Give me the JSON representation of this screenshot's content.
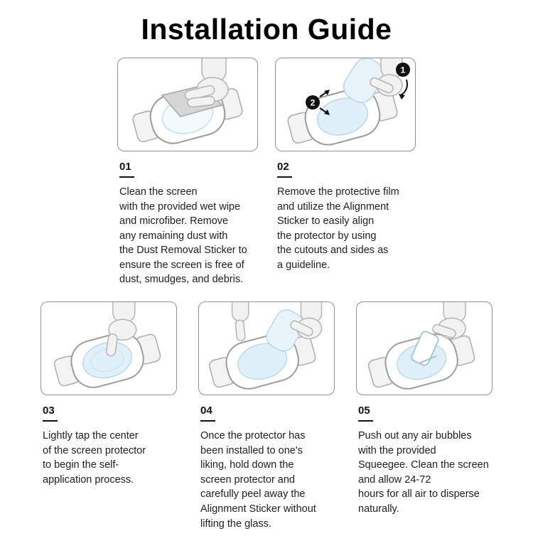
{
  "page": {
    "title": "Installation Guide"
  },
  "colors": {
    "panel_border": "#8f9296",
    "line_art": "#9b9b9b",
    "screen_tint": "#dff0f8",
    "film_tint": "#e8f4fa",
    "badge": "#111111"
  },
  "steps": [
    {
      "number": "01",
      "description": "Clean the screen\nwith the provided wet wipe\nand microfiber. Remove\nany remaining dust with\nthe Dust Removal Sticker to\nensure the screen is free of\ndust, smudges, and debris."
    },
    {
      "number": "02",
      "description": "Remove the protective film\nand utilize the Alignment\nSticker to easily align\nthe protector by using\nthe cutouts and sides as\na guideline.",
      "badges": [
        "1",
        "2"
      ]
    },
    {
      "number": "03",
      "description": "Lightly tap the center\nof the screen protector\nto begin the self-\napplication process."
    },
    {
      "number": "04",
      "description": "Once the protector has\nbeen installed to one's\nliking, hold down the\nscreen protector and\ncarefully peel away the\nAlignment Sticker without\nlifting the glass."
    },
    {
      "number": "05",
      "description": "Push out any air bubbles\nwith the provided\nSqueegee. Clean the screen\nand allow 24-72\nhours for all air to disperse\nnaturally."
    }
  ]
}
